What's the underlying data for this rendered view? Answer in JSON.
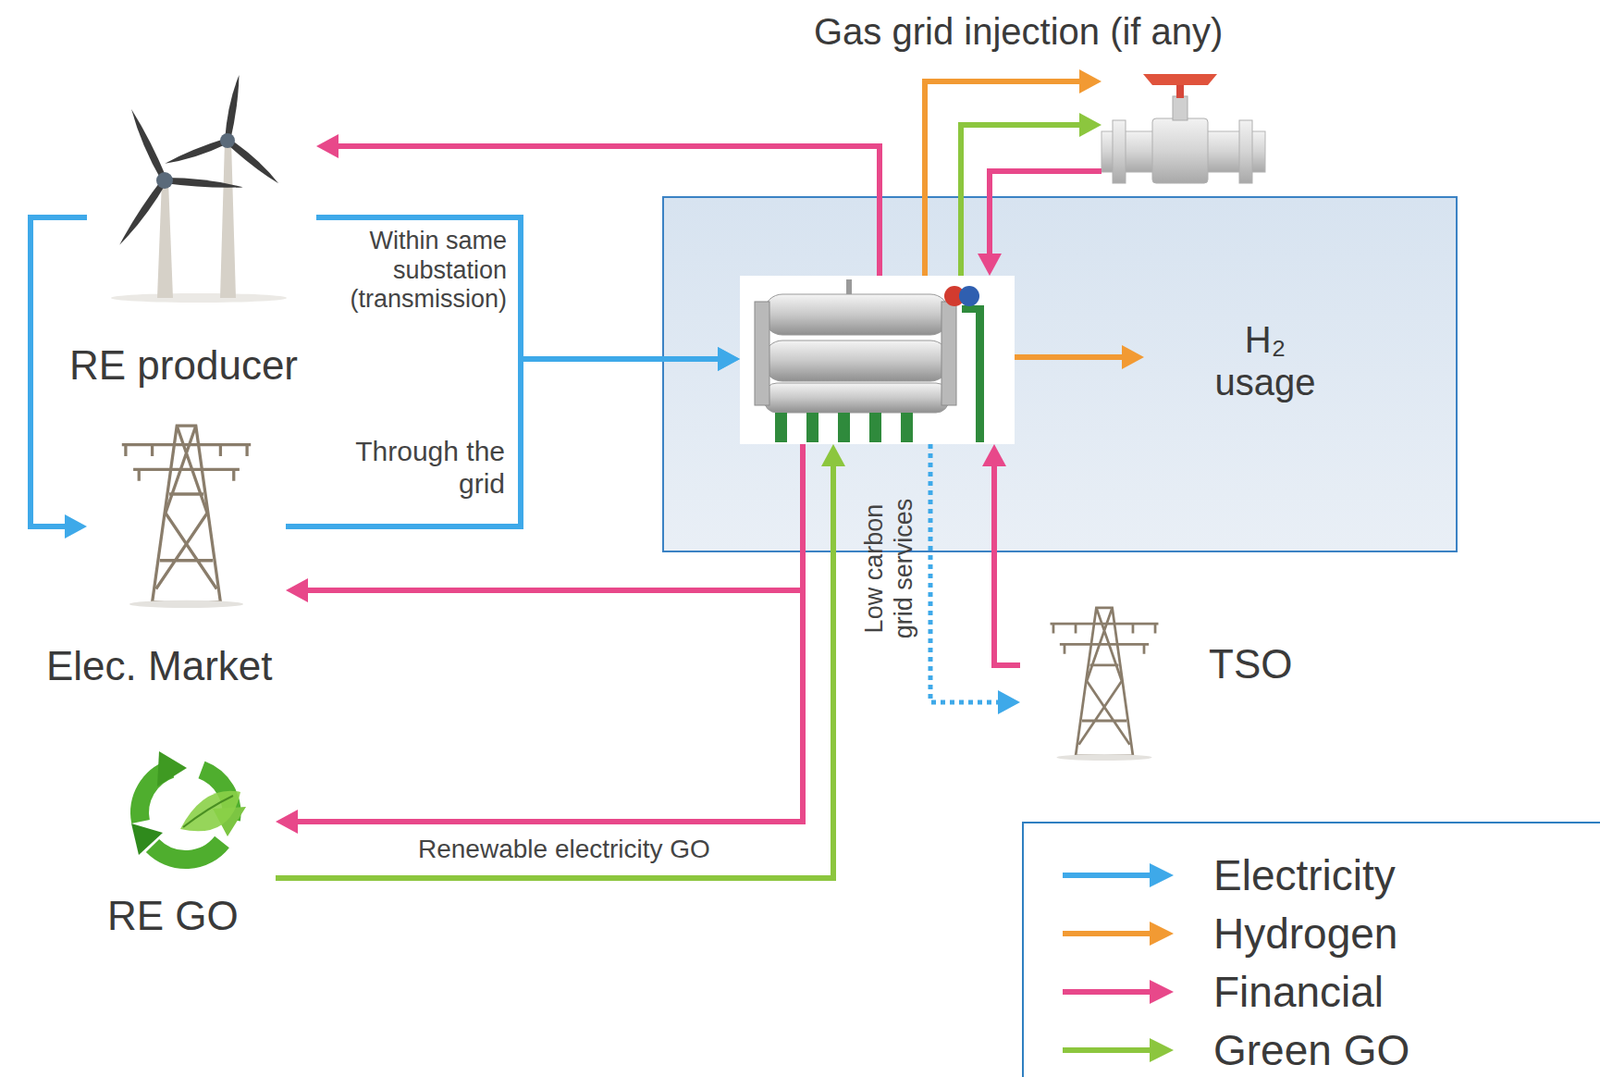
{
  "diagram": {
    "nodes": [
      {
        "text": [
          "Gas grid injection (if any)"
        ]
      },
      {
        "text": [
          "RE producer"
        ]
      },
      {
        "text": []
      },
      {
        "text": [],
        "in": 2
      },
      {
        "text": [
          "H₂ usage"
        ],
        "in": 2
      },
      {
        "text": [
          "Elec. Market"
        ]
      },
      {
        "text": [
          "TSO"
        ]
      },
      {
        "text": [
          "RE GO"
        ]
      }
    ],
    "edges": [
      {
        "from": 1,
        "to": 3,
        "arrow": "to",
        "label": "Within same substation (transmission)"
      },
      {
        "from": 1,
        "to": 5,
        "arrow": "to"
      },
      {
        "from": 5,
        "to": 3,
        "arrow": "to",
        "label": "Through the grid"
      },
      {
        "from": 3,
        "to": 1,
        "arrow": "to"
      },
      {
        "from": 3,
        "to": 5,
        "arrow": "to"
      },
      {
        "from": 3,
        "to": 7,
        "arrow": "to"
      },
      {
        "from": 7,
        "to": 3,
        "arrow": "to",
        "label": "Renewable electricity GO"
      },
      {
        "from": 3,
        "to": 0,
        "arrow": "to"
      },
      {
        "from": 3,
        "to": 0,
        "arrow": "to"
      },
      {
        "from": 0,
        "to": 3,
        "arrow": "to"
      },
      {
        "from": 6,
        "to": 3,
        "arrow": "to"
      },
      {
        "from": 3,
        "to": 6,
        "arrow": "to",
        "label": "Low carbon grid services"
      },
      {
        "from": 3,
        "to": 4,
        "arrow": "to"
      }
    ],
    "legend": [
      {
        "text": "Electricity",
        "color": "#3ea9e9"
      },
      {
        "text": "Hydrogen",
        "color": "#f29a33"
      },
      {
        "text": "Financial",
        "color": "#e8488a"
      },
      {
        "text": "Green GO",
        "color": "#8cc63e"
      }
    ]
  }
}
